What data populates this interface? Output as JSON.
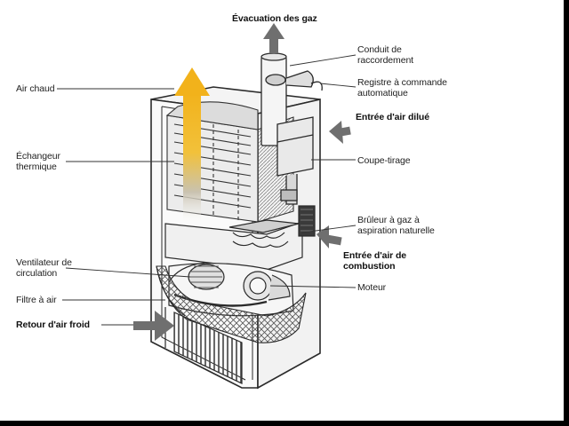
{
  "labels": {
    "evacuation_gaz": "Évacuation des gaz",
    "conduit_line1": "Conduit de",
    "conduit_line2": "raccordement",
    "registre_line1": "Registre à commande",
    "registre_line2": "automatique",
    "entree_air_dilue": "Entrée d'air dilué",
    "coupe_tirage": "Coupe-tirage",
    "bruleur_line1": "Brûleur à gaz à",
    "bruleur_line2": "aspiration naturelle",
    "entree_air_comb_line1": "Entrée d'air de",
    "entree_air_comb_line2": "combustion",
    "moteur": "Moteur",
    "air_chaud": "Air chaud",
    "echangeur_line1": "Échangeur",
    "echangeur_line2": "thermique",
    "ventilateur_line1": "Ventilateur de",
    "ventilateur_line2": "circulation",
    "filtre": "Filtre à air",
    "retour_air_froid": "Retour d'air froid"
  },
  "colors": {
    "hot_air_arrow": "#f2b21b",
    "gas_arrow": "#6f6f6f",
    "outline": "#2a2a2a"
  }
}
